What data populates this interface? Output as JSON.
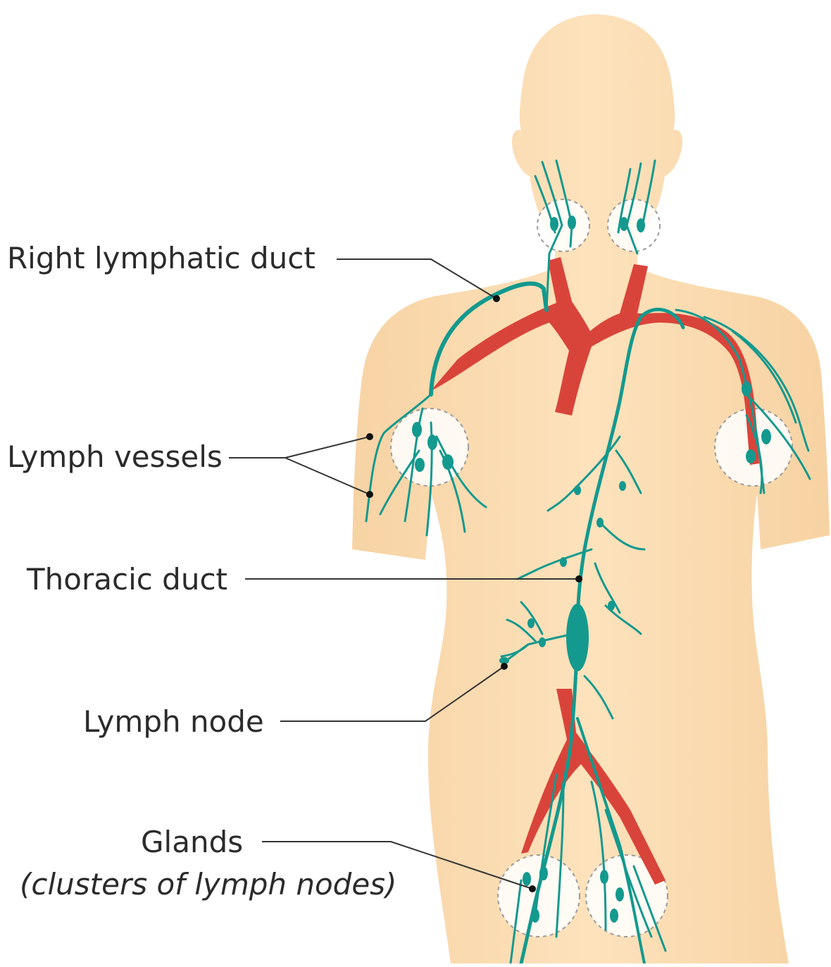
{
  "colors": {
    "skin": "#fbdfb6",
    "skin_shade": "#f6d1a1",
    "lymph": "#14998e",
    "blood": "#d9443a",
    "leader": "#333333",
    "node_zone": "#ffffff"
  },
  "labels": {
    "right_lymphatic_duct": "Right lymphatic duct",
    "lymph_vessels": "Lymph vessels",
    "thoracic_duct": "Thoracic duct",
    "lymph_node": "Lymph node",
    "glands": "Glands",
    "glands_note": "(clusters of lymph nodes)"
  }
}
